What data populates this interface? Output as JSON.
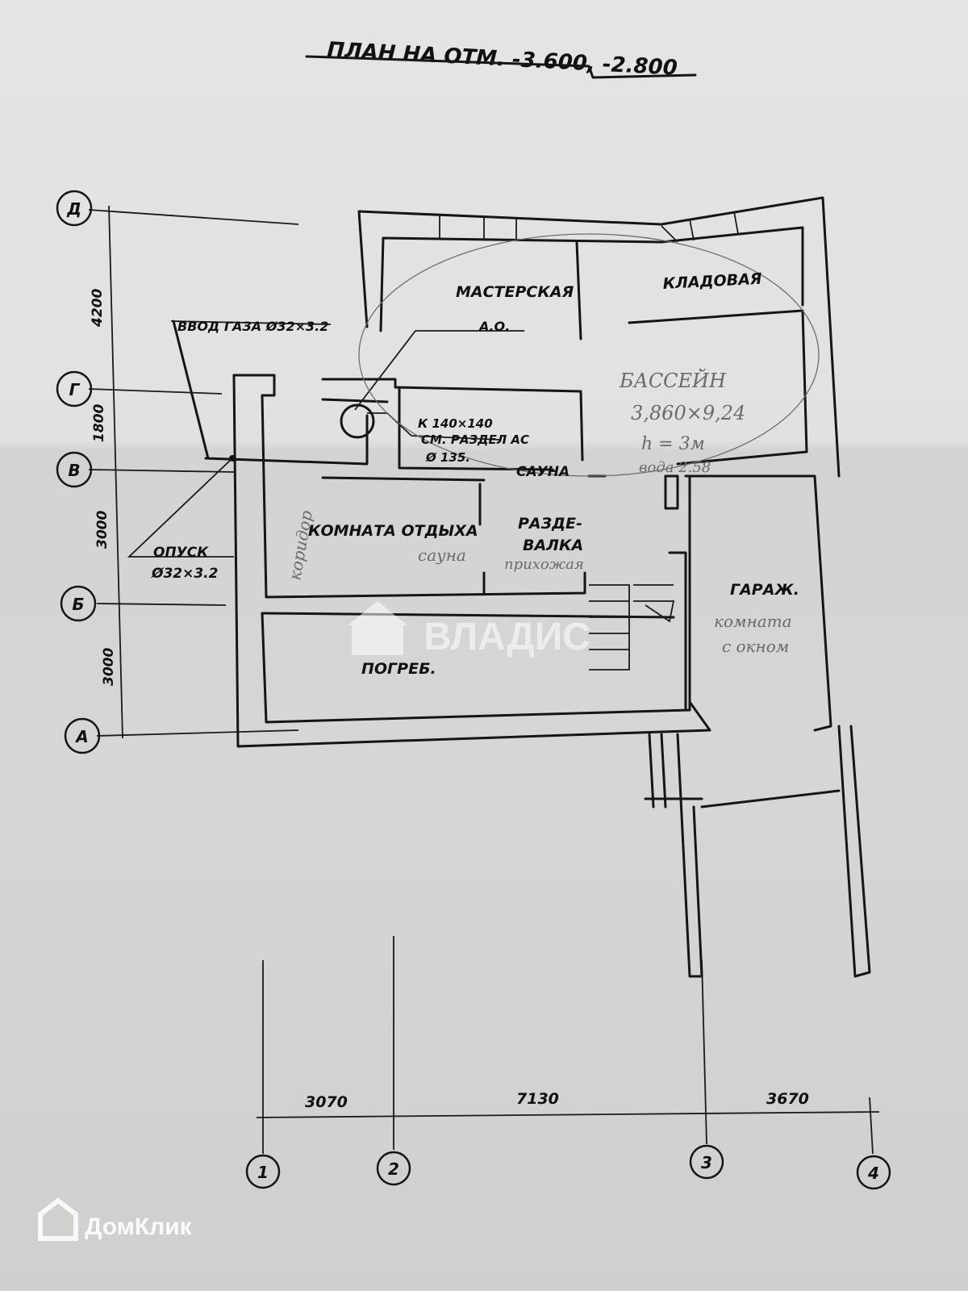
{
  "title": "ПЛАН НА ОТМ. -3.600, -2.800",
  "axes": {
    "rows": [
      "Д",
      "Г",
      "В",
      "Б",
      "А"
    ],
    "columns": [
      "1",
      "2",
      "3",
      "4"
    ]
  },
  "dimensions": {
    "vertical": [
      "4200",
      "1800",
      "3000",
      "3000"
    ],
    "horizontal": [
      "3070",
      "7130",
      "3670"
    ]
  },
  "rooms": {
    "workshop": "МАСТЕРСКАЯ",
    "storage": "КЛАДОВАЯ",
    "rest_room": "КОМНАТА ОТДЫХА",
    "changing_room_1": "РАЗДЕ-",
    "changing_room_2": "ВАЛКА",
    "sauna": "САУНА",
    "cellar": "ПОГРЕБ.",
    "garage": "ГАРАЖ."
  },
  "annotations": {
    "gas_inlet": "ВВОД ГАЗА Ø32×3.2",
    "drop_1": "ОПУСК",
    "drop_2": "Ø32×3.2",
    "ad": "А.О.",
    "chimney_1": "К 140×140",
    "chimney_2": "СМ. РАЗДЕЛ АС",
    "chimney_3": "Ø 135."
  },
  "handwritten": {
    "pool": "БАССЕЙН",
    "pool_size": "3,860×9,24",
    "pool_depth": "h = 3м",
    "pool_water": "вода 2.58",
    "corridor": "коридор",
    "sauna": "сауна",
    "hallway": "прихожая",
    "garage_1": "комната",
    "garage_2": "с окном"
  },
  "watermarks": {
    "vladis": "ВЛАДИС",
    "domclick": "ДомКлик"
  }
}
